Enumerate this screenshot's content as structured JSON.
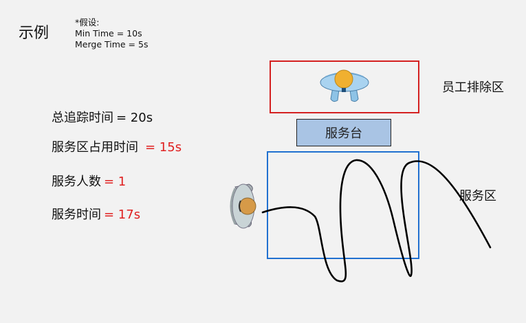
{
  "title": "示例",
  "assumptions": {
    "heading": "*假设:",
    "lines": [
      "Min Time = 10s",
      "Merge Time = 5s"
    ]
  },
  "stats": [
    {
      "label": "总追踪时间",
      "value": "= 20s",
      "highlight": false
    },
    {
      "label": "服务区占用时间",
      "value": "= 15s",
      "highlight": true
    },
    {
      "label": "服务人数",
      "value": "= 1",
      "highlight": true
    },
    {
      "label": "服务时间",
      "value": "= 17s",
      "highlight": true
    }
  ],
  "zones": {
    "staff_exclusion": "员工排除区",
    "service_desk": "服务台",
    "service_area": "服务区"
  },
  "colors": {
    "value_highlight": "#e02020",
    "staff_zone_border": "#d42020",
    "service_zone_border": "#2070d0",
    "desk_fill": "#a9c4e4"
  }
}
